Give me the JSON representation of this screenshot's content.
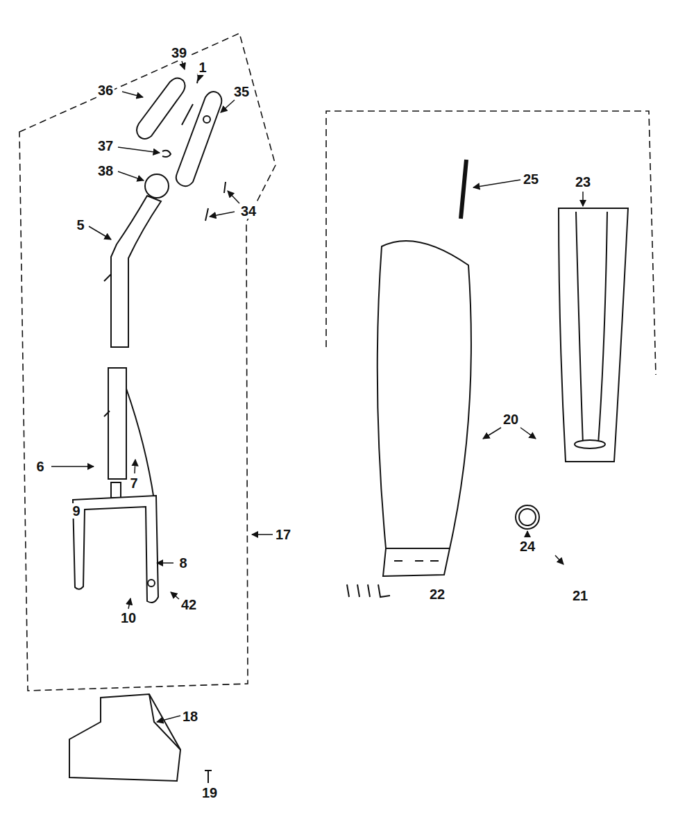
{
  "diagram": {
    "labels": [
      "39",
      "1",
      "36",
      "35",
      "37",
      "38",
      "34",
      "5",
      "6",
      "7",
      "9",
      "8",
      "10",
      "42",
      "17",
      "18",
      "19",
      "25",
      "23",
      "20",
      "22",
      "24",
      "21"
    ]
  }
}
